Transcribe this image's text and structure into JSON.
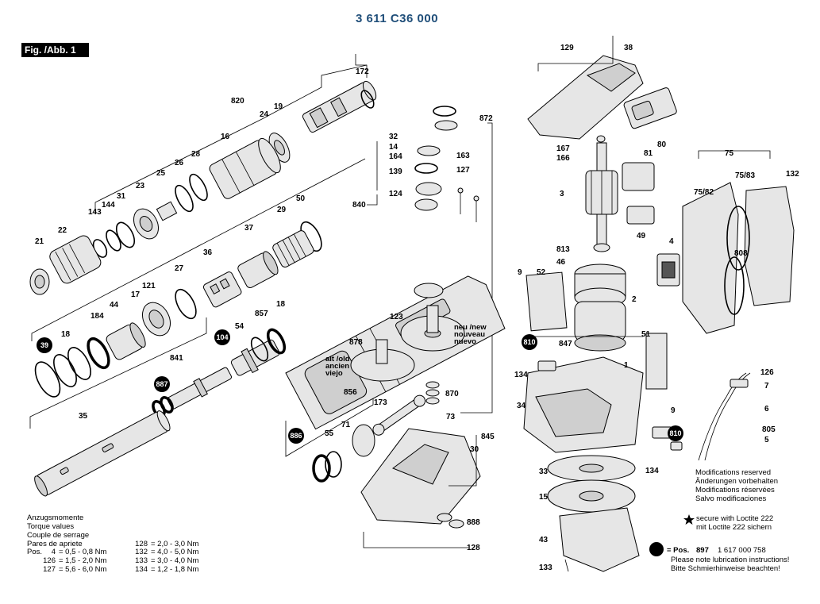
{
  "header": {
    "title": "3 611 C36 000",
    "fig_label": "Fig. /Abb. 1"
  },
  "callouts": [
    "172",
    "820",
    "19",
    "24",
    "16",
    "28",
    "26",
    "25",
    "23",
    "31",
    "144",
    "143",
    "22",
    "21",
    "50",
    "29",
    "37",
    "36",
    "27",
    "121",
    "17",
    "184",
    "44",
    "18",
    "39",
    "54",
    "104",
    "857",
    "18",
    "841",
    "887",
    "35",
    "886",
    "55",
    "71",
    "173",
    "856",
    "870",
    "73",
    "845",
    "30",
    "888",
    "128",
    "872",
    "32",
    "14",
    "164",
    "139",
    "124",
    "840",
    "163",
    "127",
    "123",
    "878",
    "129",
    "38",
    "167",
    "166",
    "80",
    "81",
    "3",
    "49",
    "813",
    "46",
    "4",
    "52",
    "9",
    "2",
    "51",
    "810",
    "847",
    "1",
    "134",
    "34",
    "810",
    "9",
    "134",
    "33",
    "15",
    "43",
    "133",
    "75",
    "75/83",
    "132",
    "75/82",
    "808",
    "126",
    "7",
    "6",
    "805",
    "5"
  ],
  "badges": [
    "39",
    "104",
    "887",
    "886",
    "810",
    "810"
  ],
  "gear_labels": {
    "new": [
      "neu /new",
      "nouveau",
      "nuevo"
    ],
    "old": [
      "alt /old",
      "ancien",
      "viejo"
    ]
  },
  "torque": {
    "heading": [
      "Anzugsmomente",
      "Torque values",
      "Couple de serrage",
      "Pares de apriete"
    ],
    "rows_left": [
      {
        "pos": "Pos.",
        "num": "4",
        "value": "= 0,5 - 0,8 Nm"
      },
      {
        "pos": "",
        "num": "126",
        "value": "= 1,5 - 2,0 Nm"
      },
      {
        "pos": "",
        "num": "127",
        "value": "= 5,6 - 6,0 Nm"
      }
    ],
    "rows_right": [
      {
        "num": "128",
        "value": "= 2,0 - 3,0 Nm"
      },
      {
        "num": "132",
        "value": "= 4,0 - 5,0 Nm"
      },
      {
        "num": "133",
        "value": "= 3,0 - 4,0 Nm"
      },
      {
        "num": "134",
        "value": "= 1,2 - 1,8 Nm"
      }
    ]
  },
  "notes": {
    "modifications": [
      "Modifications reserved",
      "Änderungen vorbehalten",
      "Modifications réservées",
      "Salvo modificaciones"
    ],
    "loctite": [
      "secure with Loctite 222",
      "mit Loctite 222 sichern"
    ],
    "lube_pos": "= Pos.",
    "lube_num": "897",
    "lube_code": "1 617 000 758",
    "lube_lines": [
      "Please note lubrication instructions!",
      "Bitte Schmierhinweise beachten!"
    ]
  },
  "colors": {
    "title": "#1f4e79",
    "ink": "#000000",
    "part_fill": "#e6e6e6"
  }
}
